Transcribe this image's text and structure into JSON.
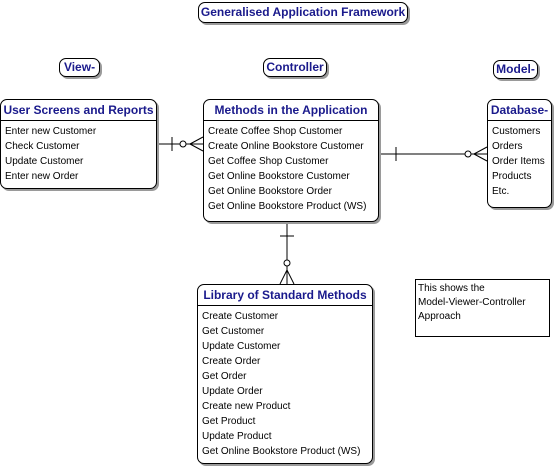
{
  "title": "Generalised Application Framework",
  "labels": {
    "view": "View-",
    "controller": "Controller",
    "model": "Model-"
  },
  "entities": {
    "user_screens": {
      "title": "User Screens and Reports",
      "items": [
        "Enter new Customer",
        "Check Customer",
        "Update Customer",
        "Enter new Order"
      ]
    },
    "methods": {
      "title": "Methods in the Application",
      "items": [
        "Create Coffee Shop Customer",
        "Create Online Bookstore Customer",
        "Get Coffee Shop Customer",
        "Get Online Bookstore Customer",
        "Get Online Bookstore Order",
        "Get Online Bookstore Product (WS)"
      ]
    },
    "database": {
      "title": "Database-",
      "items": [
        "Customers",
        "Orders",
        "Order Items",
        "Products",
        "Etc."
      ]
    },
    "library": {
      "title": "Library of Standard Methods",
      "items": [
        "Create Customer",
        "Get Customer",
        "Update Customer",
        "Create Order",
        "Get Order",
        "Update Order",
        "Create new Product",
        "Get Product",
        "Update Product",
        "Get Online Bookstore Product (WS)"
      ]
    }
  },
  "note": {
    "lines": [
      "This shows the",
      "Model-Viewer-Controller",
      "Approach"
    ]
  }
}
